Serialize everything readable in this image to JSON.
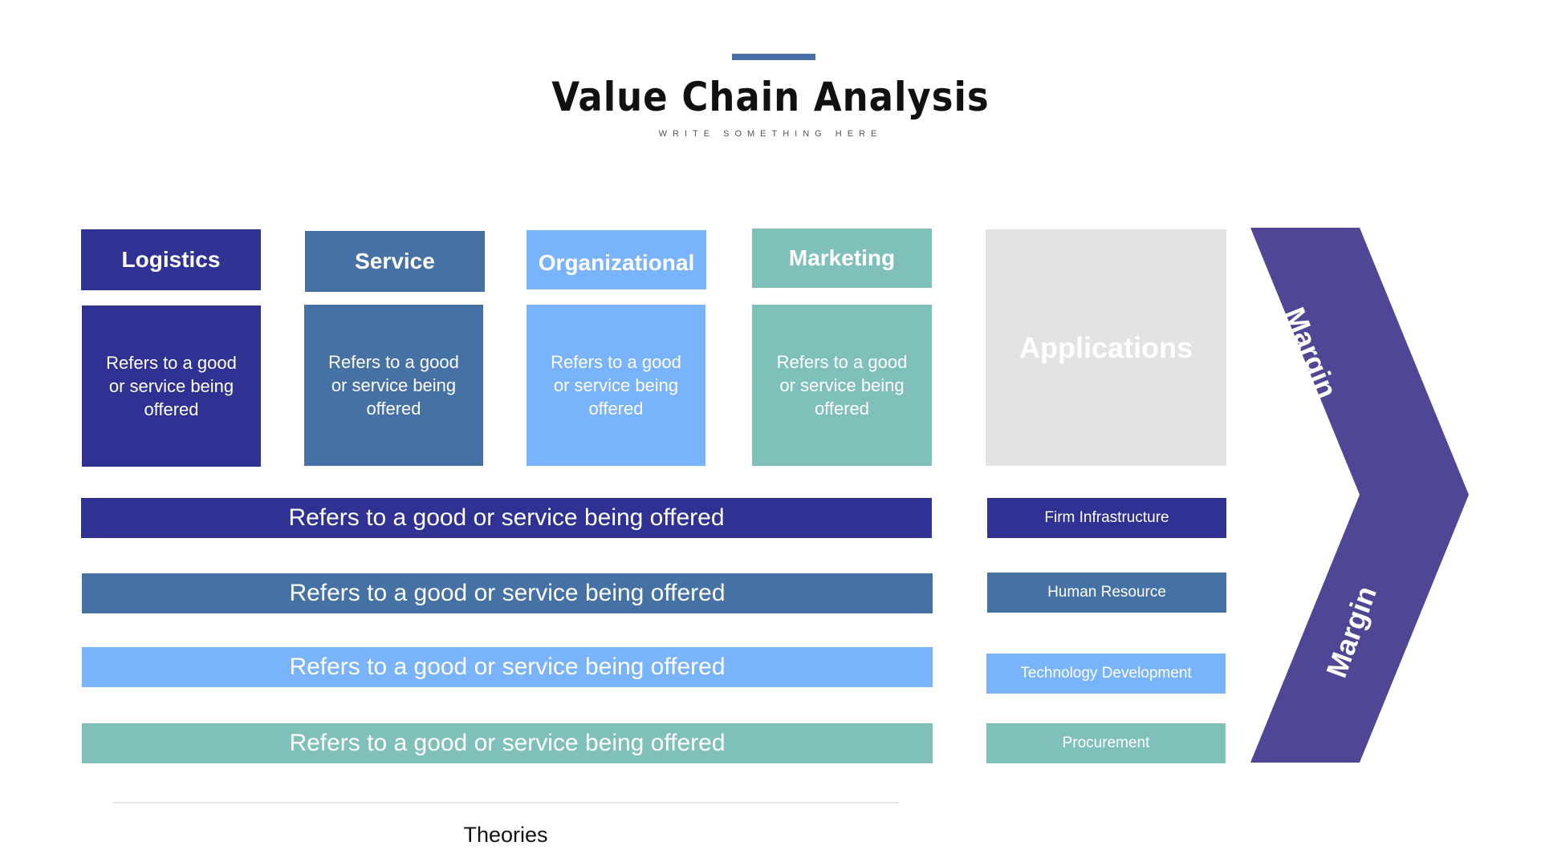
{
  "title": "Value Chain Analysis",
  "subtitle": "WRITE SOMETHING HERE",
  "columns": [
    {
      "header": "Logistics",
      "body": "Refers to a good or service being offered"
    },
    {
      "header": "Service",
      "body": "Refers to a good or service being offered"
    },
    {
      "header": "Organizational",
      "body": "Refers to a good or service being offered"
    },
    {
      "header": "Marketing",
      "body": "Refers to a good or service being offered"
    }
  ],
  "applications": "Applications",
  "rows": [
    "Refers to a good or service being offered",
    "Refers to a good or service being offered",
    "Refers to a good or service being offered",
    "Refers to a good or service being offered"
  ],
  "support": [
    "Firm Infrastructure",
    "Human Resource",
    "Technology Development",
    "Procurement"
  ],
  "margin_labels": [
    "Margin",
    "Margin"
  ],
  "footer": "Theories",
  "colors": {
    "navy": "#303293",
    "steel_blue": "#4671a4",
    "light_blue": "#79b3fb",
    "teal": "#80c0bb",
    "chevron": "#4f4796",
    "applications_bg": "#e3e3e3",
    "accent": "#4a6fa5"
  }
}
